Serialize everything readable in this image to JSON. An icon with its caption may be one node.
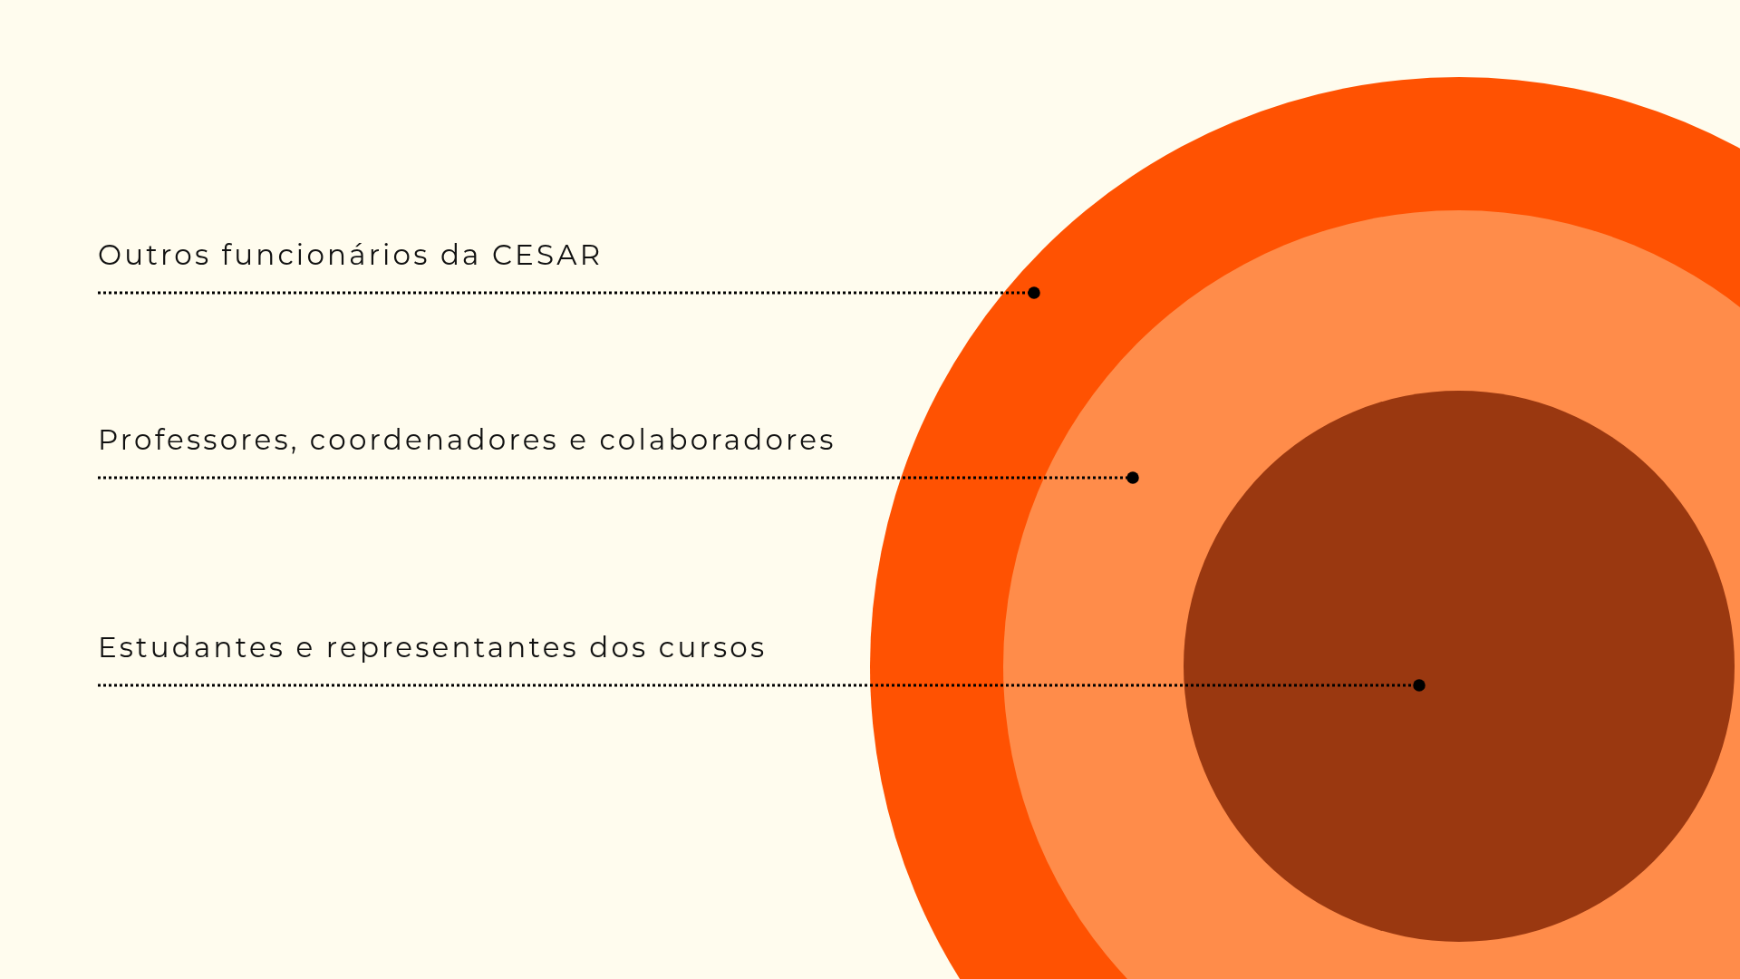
{
  "diagram": {
    "nodes": [
      {
        "text": [
          "Outros funcionários da CESAR"
        ]
      },
      {
        "text": [
          "Professores, coordenadores e colaboradores"
        ]
      },
      {
        "text": [
          "Estudantes e representantes dos cursos"
        ]
      },
      {
        "text": [],
        "shape": "circle"
      },
      {
        "text": [],
        "shape": "circle",
        "in": 3
      },
      {
        "text": [],
        "shape": "circle",
        "in": 4
      }
    ],
    "edges": [
      {
        "from": 0,
        "to": 3,
        "arrow": "other",
        "style": "dashed"
      },
      {
        "from": 1,
        "to": 4,
        "arrow": "other",
        "style": "dashed"
      },
      {
        "from": 2,
        "to": 5,
        "arrow": "other",
        "style": "dashed"
      }
    ]
  }
}
